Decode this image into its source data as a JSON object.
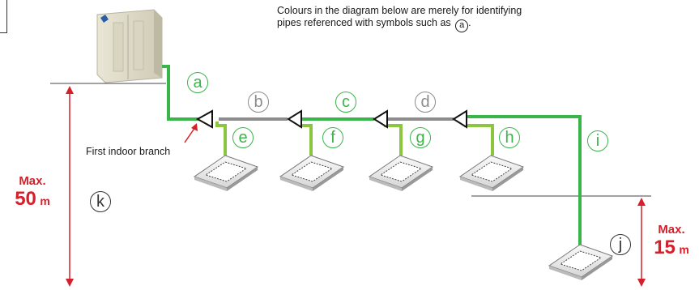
{
  "note": {
    "line1": "Colours in the diagram below are merely for identifying",
    "line2": "pipes referenced with symbols such as",
    "symbol": "a",
    "end": "."
  },
  "pipe_labels": {
    "a": "a",
    "b": "b",
    "c": "c",
    "d": "d",
    "e": "e",
    "f": "f",
    "g": "g",
    "h": "h",
    "i": "i",
    "j": "j",
    "k": "k"
  },
  "branch_label": "First indoor branch",
  "max_height_left": {
    "word": "Max.",
    "value": "50",
    "unit": "m"
  },
  "max_height_right": {
    "word": "Max.",
    "value": "15",
    "unit": "m"
  },
  "colors": {
    "green_pipe": "#3ab54a",
    "light_green_pipe": "#8cc63f",
    "grey_pipe": "#8c8c8c",
    "dimension_red": "#d51f2a"
  }
}
